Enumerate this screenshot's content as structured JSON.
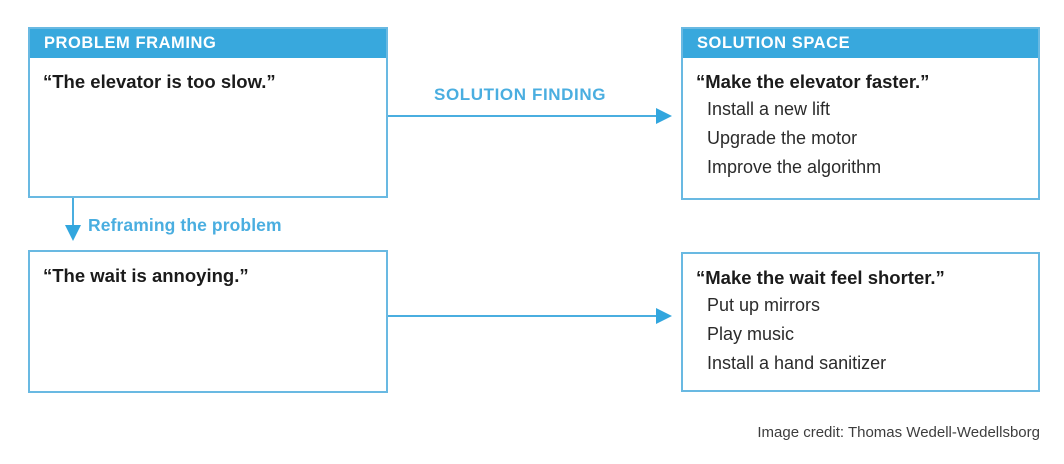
{
  "colors": {
    "header_blue": "#38a8dd",
    "border_blue": "#69b9e2",
    "arrow_blue": "#4aaee0",
    "arrowhead_blue": "#32a6de",
    "text_dark": "#1b1b1b",
    "background": "#ffffff"
  },
  "columns": {
    "problem_framing": {
      "header": "PROBLEM FRAMING",
      "boxes": [
        {
          "quote": "“The elevator is too slow.”",
          "items": []
        },
        {
          "quote": "“The wait is annoying.”",
          "items": []
        }
      ]
    },
    "solution_space": {
      "header": "SOLUTION SPACE",
      "boxes": [
        {
          "quote": "“Make the elevator faster.”",
          "items": [
            "Install a new lift",
            "Upgrade the motor",
            "Improve the algorithm"
          ]
        },
        {
          "quote": "“Make the wait feel shorter.”",
          "items": [
            "Put up mirrors",
            "Play music",
            "Install a hand sanitizer"
          ]
        }
      ]
    }
  },
  "arrows": {
    "solution_finding_label": "SOLUTION FINDING",
    "reframing_label": "Reframing the problem"
  },
  "credit": "Image credit: Thomas Wedell-Wedellsborg"
}
